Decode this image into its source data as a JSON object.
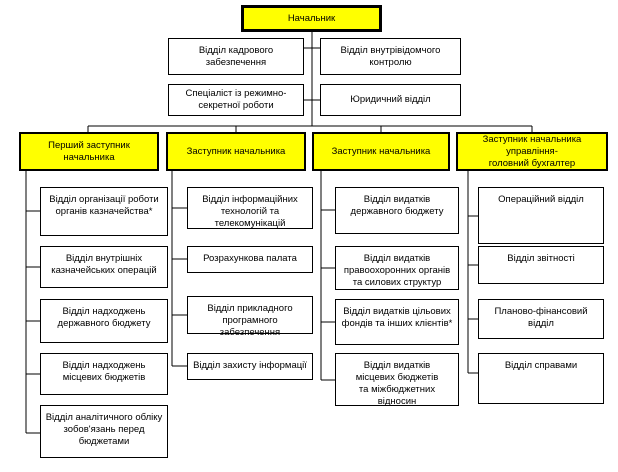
{
  "top": {
    "head": "Начальник"
  },
  "staff": {
    "hr": "Відділ кадрового забезпечення",
    "internal_control": "Відділ внутрівідомчого контролю",
    "regime": "Спеціаліст із режимно-\nсекретної роботи",
    "legal": "Юридичний відділ"
  },
  "deputies": [
    "Перший заступник начальника",
    "Заступник начальника",
    "Заступник начальника",
    "Заступник начальника управління-\nголовний бухгалтер"
  ],
  "columns": [
    [
      "Відділ організації роботи\nорганів казначейства*",
      "Відділ внутрішніх\nказначейських операцій",
      "Відділ надходжень\nдержавного бюджету",
      "Відділ надходжень\nмісцевих бюджетів",
      "Відділ аналітичного обліку\nзобов'язань перед бюджетами"
    ],
    [
      "Відділ інформаційних\nтехнологій та телекомунікацій",
      "Розрахункова палата",
      "Відділ прикладного\nпрограмного забезпечення",
      "Відділ захисту інформації"
    ],
    [
      "Відділ видатків\nдержавного бюджету",
      "Відділ видатків\nправоохоронних органів\nта силових структур",
      "Відділ видатків цільових\nфондів та інших клієнтів*",
      "Відділ видатків\nмісцевих бюджетів\nта міжбюджетних відносин"
    ],
    [
      "Операційний відділ",
      "Відділ звітності",
      "Планово-фінансовий відділ",
      "Відділ справами"
    ]
  ]
}
